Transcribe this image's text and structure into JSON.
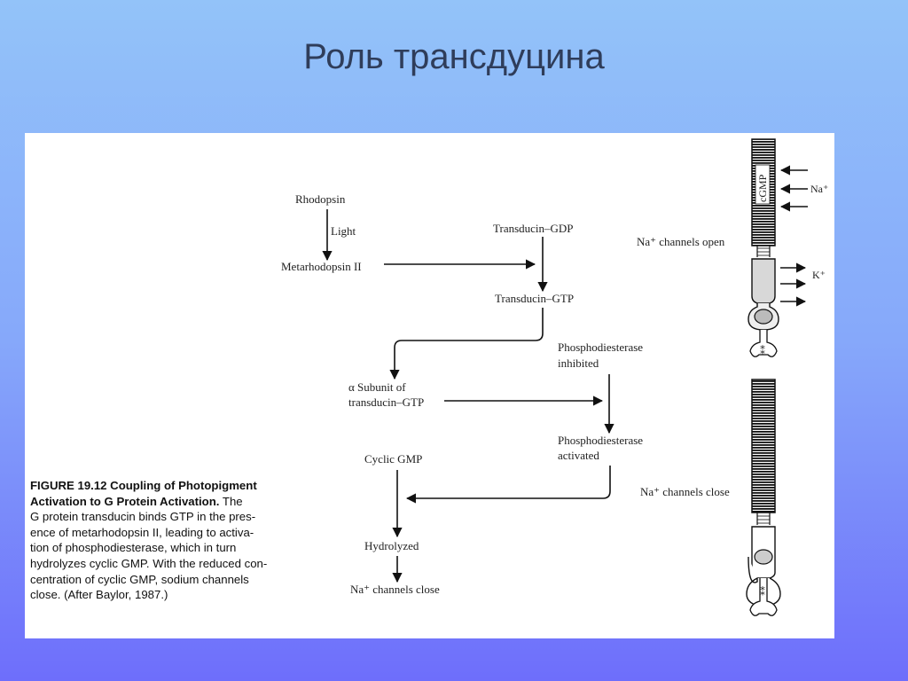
{
  "slide": {
    "title": "Роль трансдуцина"
  },
  "flow": {
    "rhodopsin": "Rhodopsin",
    "light": "Light",
    "metarhodopsin": "Metarhodopsin II",
    "transducin_gdp": "Transducin–GDP",
    "transducin_gtp": "Transducin–GTP",
    "alpha_line1": "α Subunit of",
    "alpha_line2": "transducin–GTP",
    "pde_inhibited_1": "Phosphodiesterase",
    "pde_inhibited_2": "inhibited",
    "pde_activated_1": "Phosphodiesterase",
    "pde_activated_2": "activated",
    "cyclic_gmp": "Cyclic GMP",
    "hydrolyzed": "Hydrolyzed",
    "na_close": "Na⁺ channels close"
  },
  "cell": {
    "cgmp": "cGMP",
    "na_ion": "Na⁺",
    "k_ion": "K⁺",
    "na_open": "Na⁺ channels open",
    "na_closed": "Na⁺ channels close"
  },
  "caption": {
    "figure_label": "FIGURE 19.12",
    "title_part1": "Coupling of Photopigment",
    "title_part2": "Activation to G Protein Activation.",
    "lead": "The",
    "lines": [
      "G protein transducin binds GTP in the pres-",
      "ence of metarhodopsin II, leading to activa-",
      "tion of phosphodiesterase, which in turn",
      "hydrolyzes cyclic GMP. With the reduced con-",
      "centration of cyclic GMP, sodium channels",
      "close. (After Baylor, 1987.)"
    ]
  }
}
